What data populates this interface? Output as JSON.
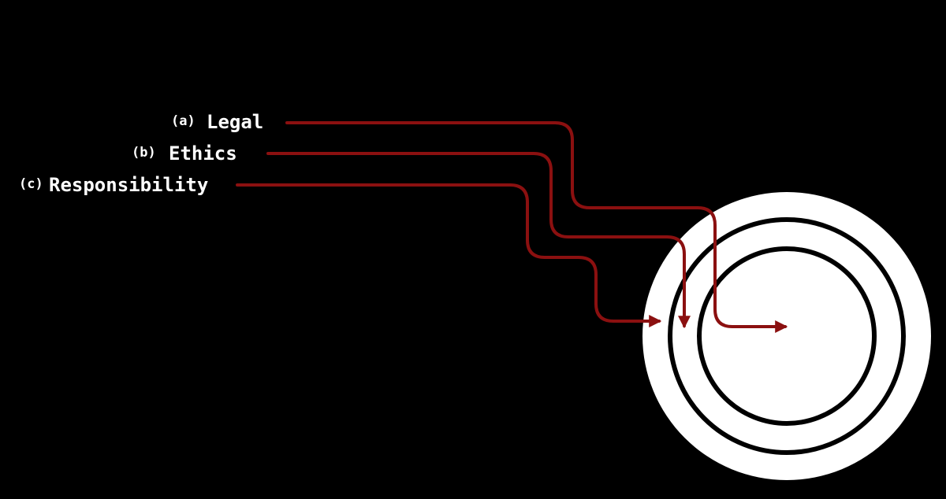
{
  "labels": [
    {
      "tag": "(a)",
      "name": "Legal"
    },
    {
      "tag": "(b)",
      "name": "Ethics"
    },
    {
      "tag": "(c)",
      "name": "Responsibility"
    }
  ],
  "colors": {
    "background": "#000000",
    "circle_fill": "#ffffff",
    "ring_stroke": "#000000",
    "arrow": "#8b1010",
    "text": "#ffffff"
  },
  "rings": 3,
  "arrows": [
    {
      "from": "Legal",
      "to": "inner circle"
    },
    {
      "from": "Ethics",
      "to": "middle ring"
    },
    {
      "from": "Responsibility",
      "to": "outer ring"
    }
  ]
}
